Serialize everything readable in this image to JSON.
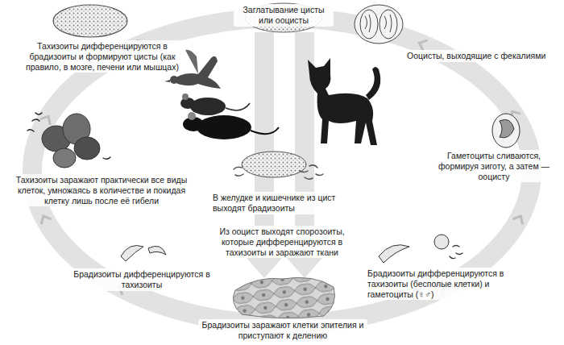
{
  "diagram": {
    "labels": [
      "Заглатывание цисты или ооцисты",
      "Тахизоиты дифференцируются в брадизоиты и формируют цисты (как правило, в мозге, печени или мышцах)",
      "Ооцисты, выходящие с фекалиями",
      "Тахизоиты заражают практически все виды клеток, умножаясь в количестве и покидая клетку лишь после её гибели",
      "В желудке и кишечнике из цист выходят брадизоиты",
      "Гаметоциты сливаются, формируя зиготу, а затем — ооцисту",
      "Из ооцист выходят спорозоиты, которые дифференцируются в тахизоиты и заражают ткани",
      "Брадизоиты дифференцируются в тахизоиты",
      "Брадизоиты дифференцируются в тахизоиты (бесполые клетки) и гаметоциты (♀♂)",
      "Брадизоиты заражают клетки эпителия и приступают к делению"
    ]
  }
}
